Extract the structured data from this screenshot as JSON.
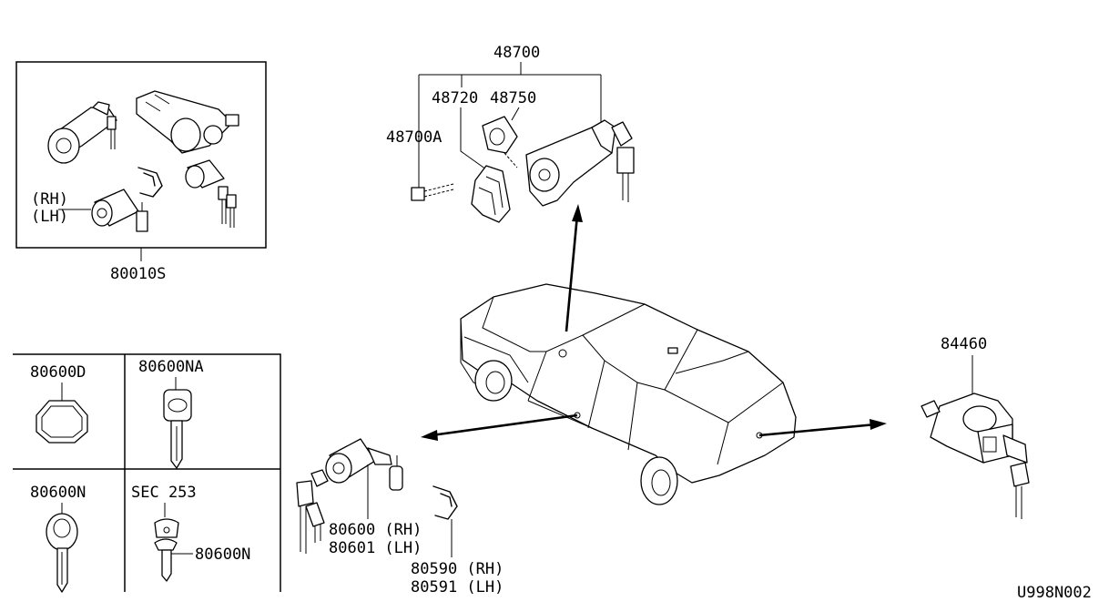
{
  "labels": {
    "kit_set": "80010S",
    "rh_1": "(RH)",
    "lh_1": "(LH)",
    "ignition_assy": "48700",
    "ignition_cyl": "48720",
    "ignition_sw": "48750",
    "ignition_bolt": "48700A",
    "blank_key_d": "80600D",
    "blank_key_na": "80600NA",
    "blank_key_n": "80600N",
    "sec_ref": "SEC 253",
    "sec_key": "80600N",
    "door_cyl_rh": "80600 (RH)",
    "door_cyl_lh": "80601 (LH)",
    "door_clip_rh": "80590 (RH)",
    "door_clip_lh": "80591 (LH)",
    "trunk_lock": "84460",
    "diagram_id": "U998N002"
  }
}
